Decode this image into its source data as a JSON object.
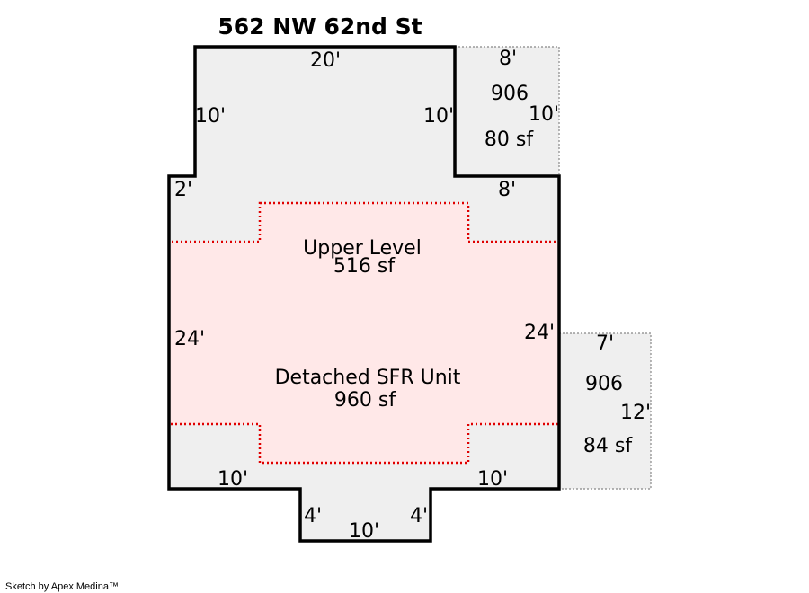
{
  "title": "562 NW 62nd St",
  "credit": "Sketch by Apex Medina™",
  "colors": {
    "main_fill": "#efefef",
    "upper_fill": "#ffe8e8",
    "upper_outline": "#e00000",
    "annex_outline": "#888888",
    "wall": "#000000"
  },
  "main": {
    "dims": {
      "top": "20'",
      "left_upper": "10'",
      "right_upper": "10'",
      "step_left": "2'",
      "step_right": "8'",
      "left": "24'",
      "right": "24'",
      "bottom_left": "10'",
      "bottom_right": "10'",
      "notch_left": "4'",
      "notch_right": "4'",
      "notch_bottom": "10'"
    },
    "name": "Detached SFR Unit",
    "area": "960 sf"
  },
  "upper_level": {
    "name": "Upper Level",
    "area": "516 sf"
  },
  "annex_top": {
    "dim_top": "8'",
    "dim_side": "10'",
    "code": "906",
    "area": "80 sf"
  },
  "annex_bottom": {
    "dim_top": "7'",
    "dim_side": "12'",
    "code": "906",
    "area": "84 sf"
  }
}
